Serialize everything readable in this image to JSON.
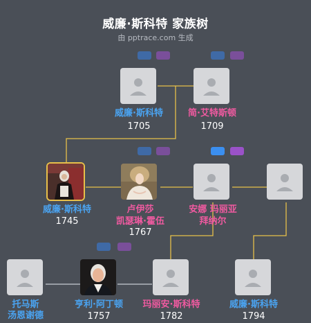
{
  "header": {
    "title": "威廉·斯科特 家族树",
    "subtitle": "由 pptrace.com 生成"
  },
  "colors": {
    "background": "#4a4f57",
    "male_name": "#4aa3f0",
    "female_name": "#ef5aa0",
    "connector": "#e8c04a",
    "card": "#d6d7da"
  },
  "people": {
    "william_1705": {
      "name": "威廉·斯科特",
      "year": "1705",
      "gender": "male"
    },
    "jane_1709": {
      "name": "简·艾特斯顿",
      "year": "1709",
      "gender": "female"
    },
    "william_1745": {
      "name": "威廉·斯科特",
      "year": "1745",
      "gender": "male"
    },
    "louisa_1767": {
      "name": "卢伊莎",
      "name2": "凯瑟琳·霍伍",
      "year": "1767",
      "gender": "female"
    },
    "anna_maria": {
      "name": "安娜 玛丽亚",
      "name2": "拜纳尔",
      "gender": "female"
    },
    "unknown_right": {
      "gender": "unknown"
    },
    "thomas": {
      "name": "托马斯",
      "name2": "汤恩谢德",
      "gender": "male"
    },
    "henry_1757": {
      "name": "亨利·阿丁顿",
      "year": "1757",
      "gender": "male"
    },
    "maryanne_1782": {
      "name": "玛丽安·斯科特",
      "year": "1782",
      "gender": "female"
    },
    "william_1794": {
      "name": "威廉·斯科特",
      "year": "1794",
      "gender": "male"
    }
  },
  "icons": {
    "placeholder": "person-silhouette-icon",
    "expand_parents": "expand-parents-icon",
    "expand_family": "expand-family-icon"
  }
}
